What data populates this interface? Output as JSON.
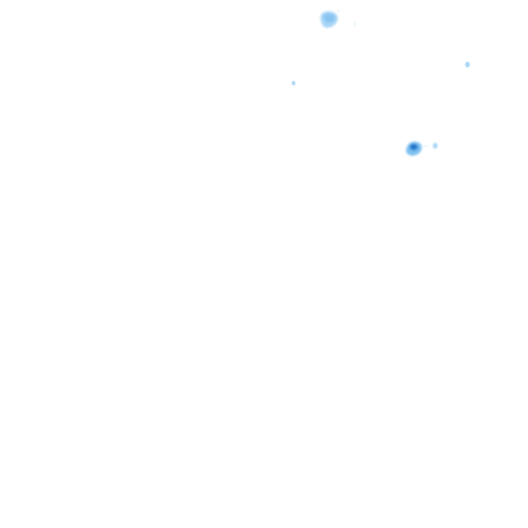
{
  "map": {
    "background_color": "#ffffff",
    "palette": {
      "very_light": "#d6ecfb",
      "light": "#a9d6f7",
      "medium": "#7fc1f0",
      "strong": "#2f86d6",
      "dark": "#1f6fc4"
    },
    "features": [
      {
        "id": "blob-north",
        "icon": "precipitation-cell"
      },
      {
        "id": "blob-northeast-speck",
        "icon": "precipitation-cell"
      },
      {
        "id": "blob-west-speck",
        "icon": "precipitation-cell"
      },
      {
        "id": "blob-east-core",
        "icon": "precipitation-cell"
      },
      {
        "id": "blob-east-satellite",
        "icon": "precipitation-cell"
      }
    ]
  }
}
